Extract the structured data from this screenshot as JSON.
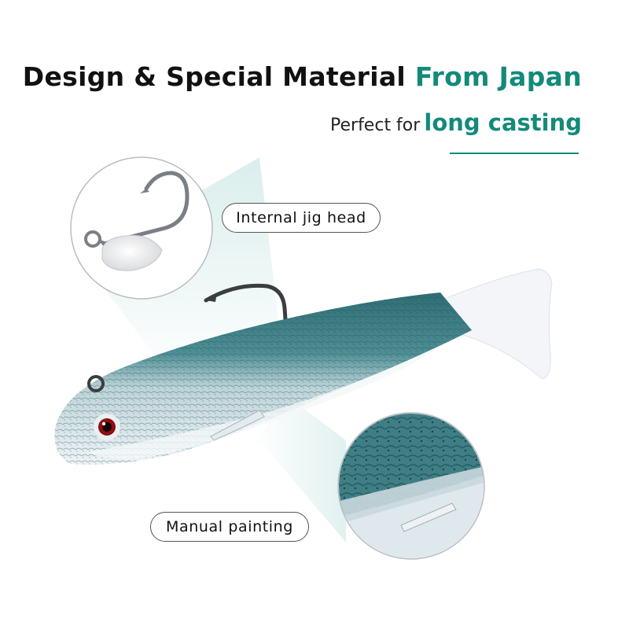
{
  "headline": {
    "main": "Design & Special Material",
    "accent": "From Japan"
  },
  "subline": {
    "lead": "Perfect for",
    "accent": "long casting"
  },
  "callouts": {
    "jig_head": "Internal jig head",
    "painting": "Manual painting"
  },
  "colors": {
    "accent": "#138a7a",
    "fish_back": "#3f7f86",
    "fish_belly": "#e6eef3",
    "tail": "#f4f6fa",
    "halo": "#cfe7e6"
  }
}
